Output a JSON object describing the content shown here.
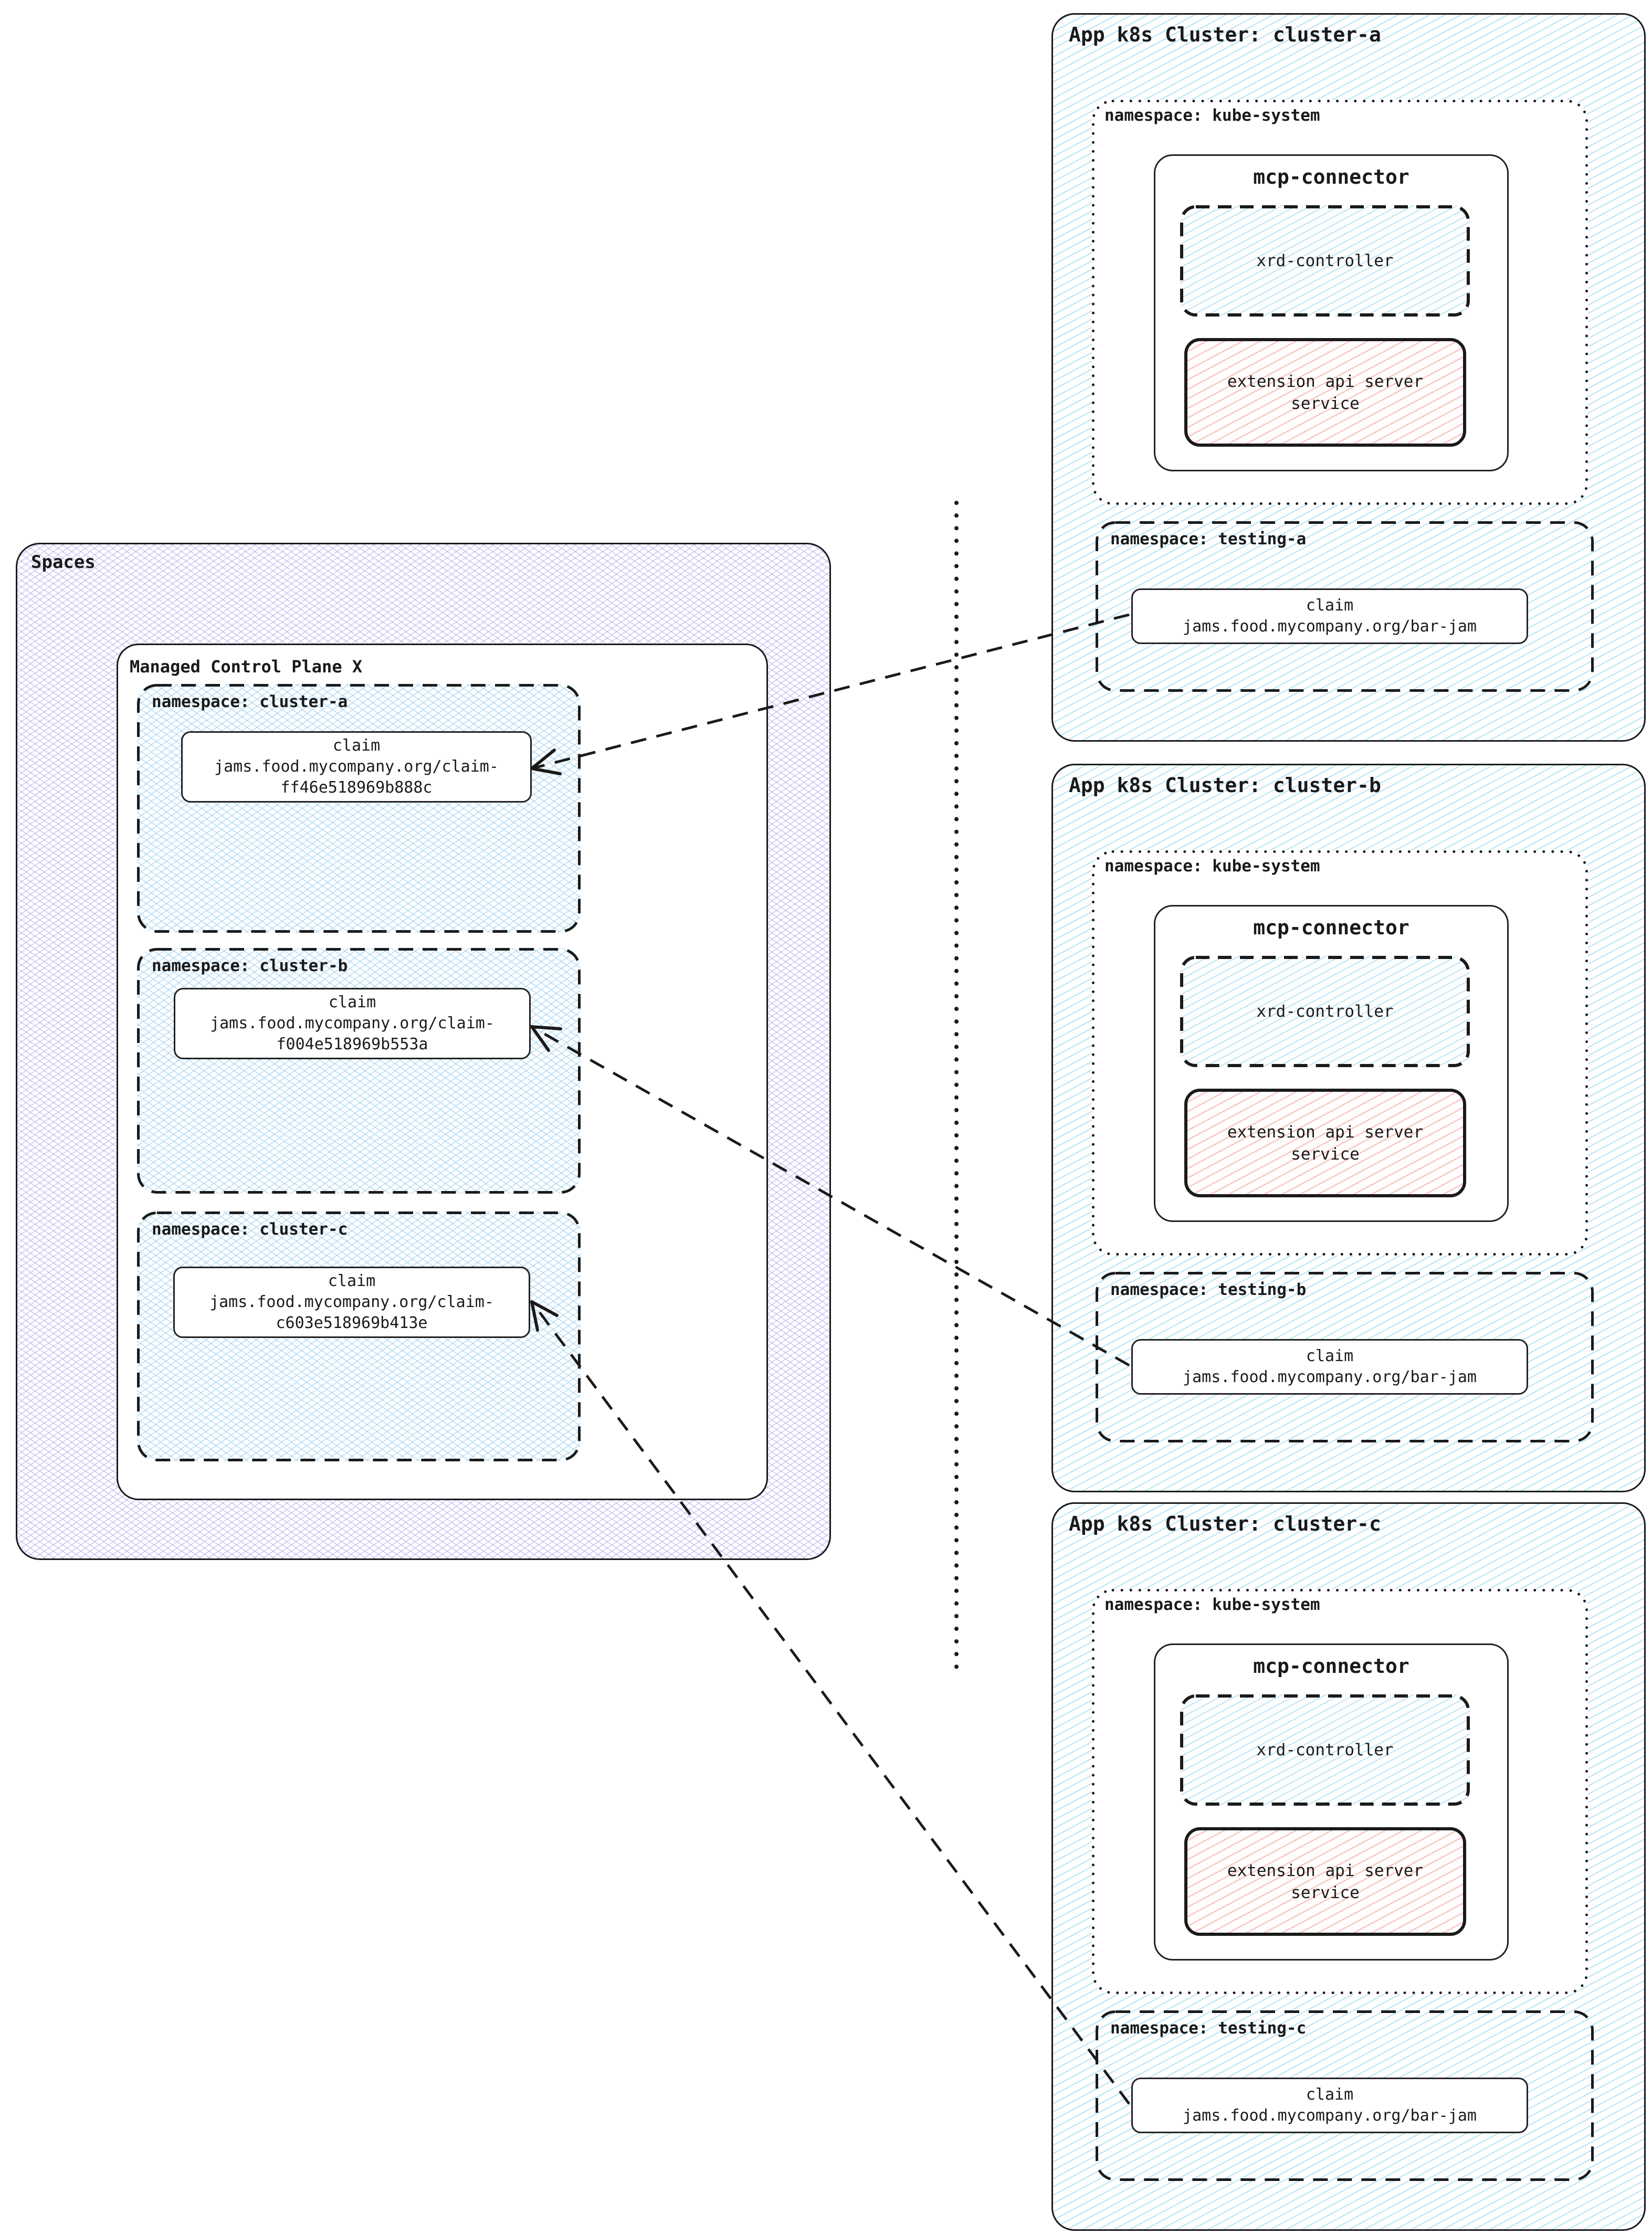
{
  "spaces": {
    "label": "Spaces",
    "control_plane_label": "Managed Control Plane X",
    "namespaces": [
      {
        "label": "namespace: cluster-a",
        "claim_title": "claim",
        "claim_line1": "jams.food.mycompany.org/claim-",
        "claim_line2": "ff46e518969b888c"
      },
      {
        "label": "namespace: cluster-b",
        "claim_title": "claim",
        "claim_line1": "jams.food.mycompany.org/claim-",
        "claim_line2": "f004e518969b553a"
      },
      {
        "label": "namespace: cluster-c",
        "claim_title": "claim",
        "claim_line1": "jams.food.mycompany.org/claim-",
        "claim_line2": "c603e518969b413e"
      }
    ]
  },
  "clusters": [
    {
      "title": "App k8s Cluster: cluster-a",
      "kube_label": "namespace: kube-system",
      "connector_label": "mcp-connector",
      "xrd_label": "xrd-controller",
      "ext_line1": "extension api server",
      "ext_line2": "service",
      "testing_label": "namespace: testing-a",
      "claim_title": "claim",
      "claim_url": "jams.food.mycompany.org/bar-jam"
    },
    {
      "title": "App k8s Cluster: cluster-b",
      "kube_label": "namespace: kube-system",
      "connector_label": "mcp-connector",
      "xrd_label": "xrd-controller",
      "ext_line1": "extension api server",
      "ext_line2": "service",
      "testing_label": "namespace: testing-b",
      "claim_title": "claim",
      "claim_url": "jams.food.mycompany.org/bar-jam"
    },
    {
      "title": "App k8s Cluster: cluster-c",
      "kube_label": "namespace: kube-system",
      "connector_label": "mcp-connector",
      "xrd_label": "xrd-controller",
      "ext_line1": "extension api server",
      "ext_line2": "service",
      "testing_label": "namespace: testing-c",
      "claim_title": "claim",
      "claim_url": "jams.food.mycompany.org/bar-jam"
    }
  ],
  "colors": {
    "ink": "#1a1a1a",
    "cluster_hatch": "#6dc7eb",
    "spaces_hatch": "#a38fee",
    "namespace_hatch": "#82c3ee",
    "ext_service_hatch": "#f09892"
  }
}
